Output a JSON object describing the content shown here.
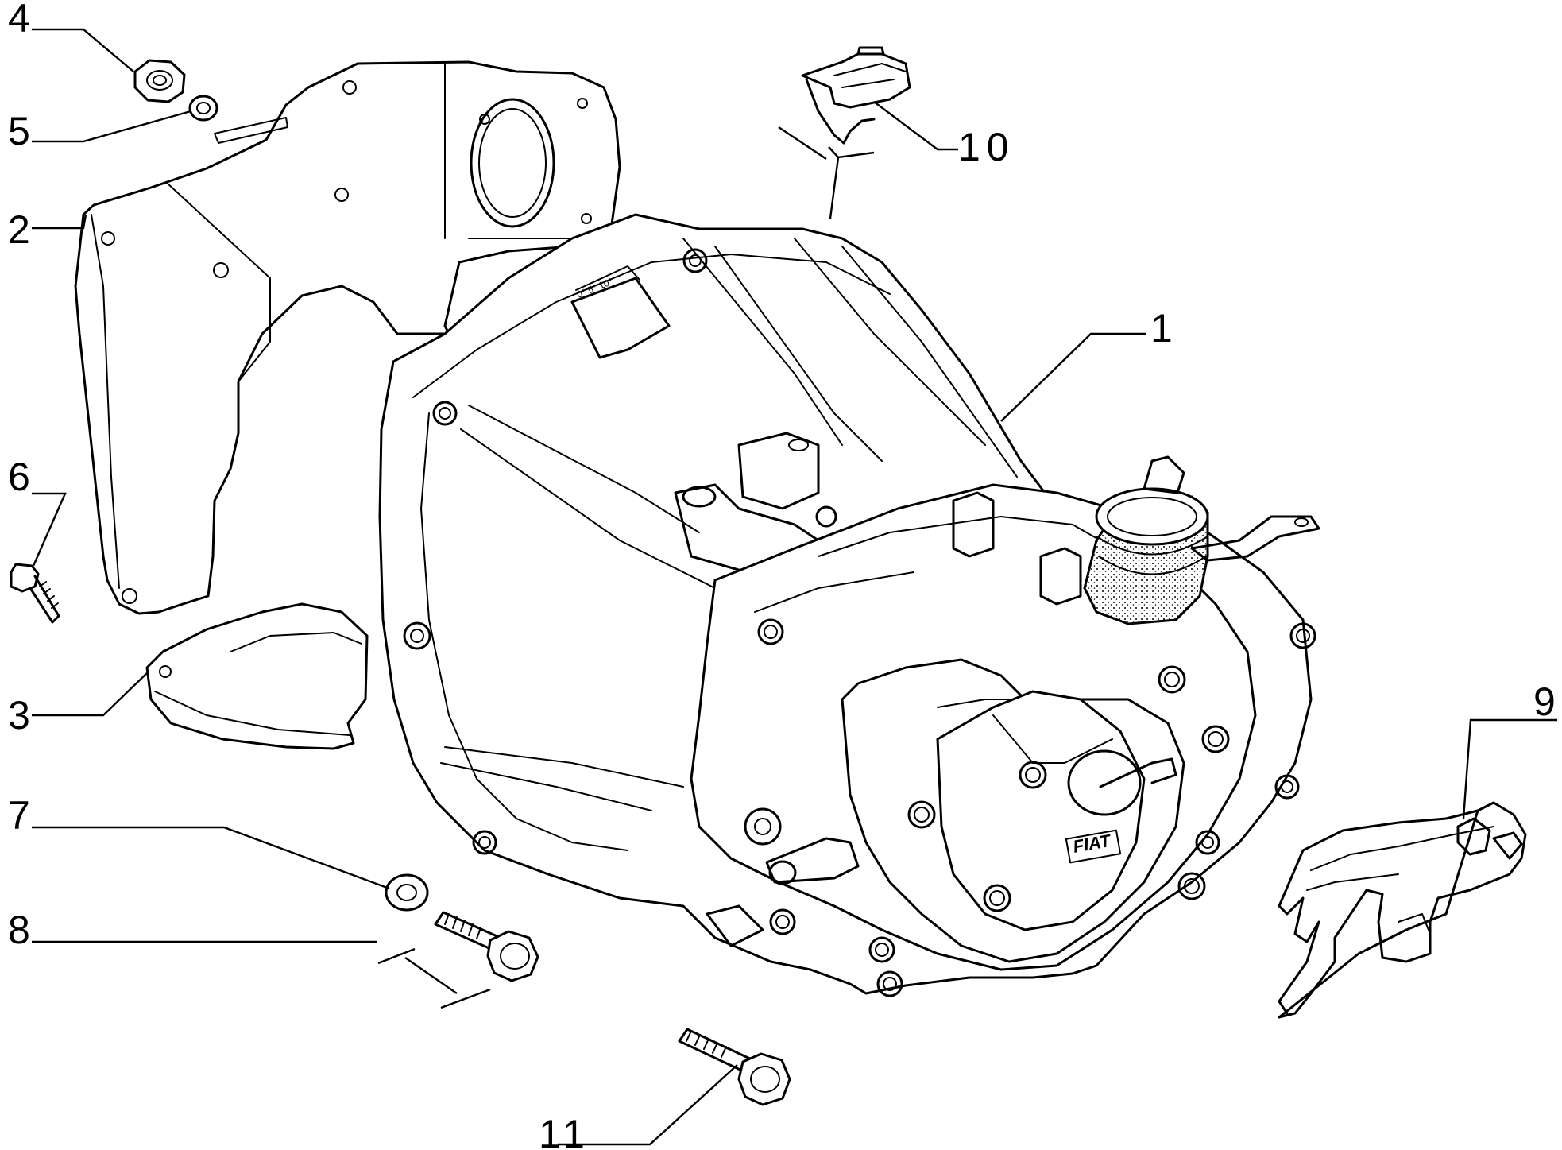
{
  "diagram": {
    "callouts": [
      {
        "id": "c1",
        "label": "1"
      },
      {
        "id": "c2",
        "label": "2"
      },
      {
        "id": "c3",
        "label": "3"
      },
      {
        "id": "c4",
        "label": "4"
      },
      {
        "id": "c5",
        "label": "5"
      },
      {
        "id": "c6",
        "label": "6"
      },
      {
        "id": "c7",
        "label": "7"
      },
      {
        "id": "c8",
        "label": "8"
      },
      {
        "id": "c9",
        "label": "9"
      },
      {
        "id": "c10",
        "label": "10"
      },
      {
        "id": "c11",
        "label": "11"
      }
    ],
    "embossed_brand": "FIAT",
    "scale_marks": "0°  5°  10°"
  }
}
